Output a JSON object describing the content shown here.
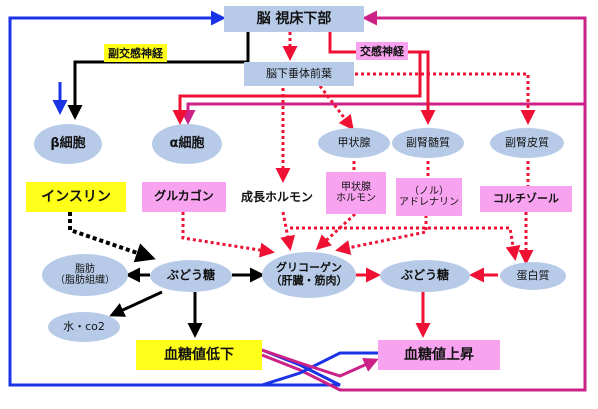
{
  "nodes": {
    "hypothalamus": "脳 視床下部",
    "pituitary": "脳下垂体前葉",
    "parasympathetic": "副交感神経",
    "sympathetic": "交感神経",
    "beta_cell": "β細胞",
    "alpha_cell": "α細胞",
    "thyroid": "甲状腺",
    "adrenal_medulla": "副腎髄質",
    "adrenal_cortex": "副腎皮質",
    "insulin": "インスリン",
    "glucagon": "グルカゴン",
    "growth_hormone": "成長ホルモン",
    "thyroid_hormone_1": "甲状腺",
    "thyroid_hormone_2": "ホルモン",
    "adrenaline_1": "（ノル）",
    "adrenaline_2": "アドレナリン",
    "cortisol": "コルチゾール",
    "fat_1": "脂肪",
    "fat_2": "（脂肪組織）",
    "glucose_left": "ぶどう糖",
    "glycogen_1": "グリコーゲン",
    "glycogen_2": "（肝臓・筋肉）",
    "glucose_right": "ぶどう糖",
    "protein": "蛋白質",
    "water_co2": "水・co2",
    "bg_down": "血糖値低下",
    "bg_up": "血糖値上昇"
  },
  "colors": {
    "ellipse": "#b7cbe8",
    "yellow": "#ffff1a",
    "pink": "#f7a3f0",
    "black_arrow": "#000000",
    "red_arrow": "#ee1133",
    "blue_arrow": "#1a33e6",
    "magenta_arrow": "#cc2288"
  }
}
